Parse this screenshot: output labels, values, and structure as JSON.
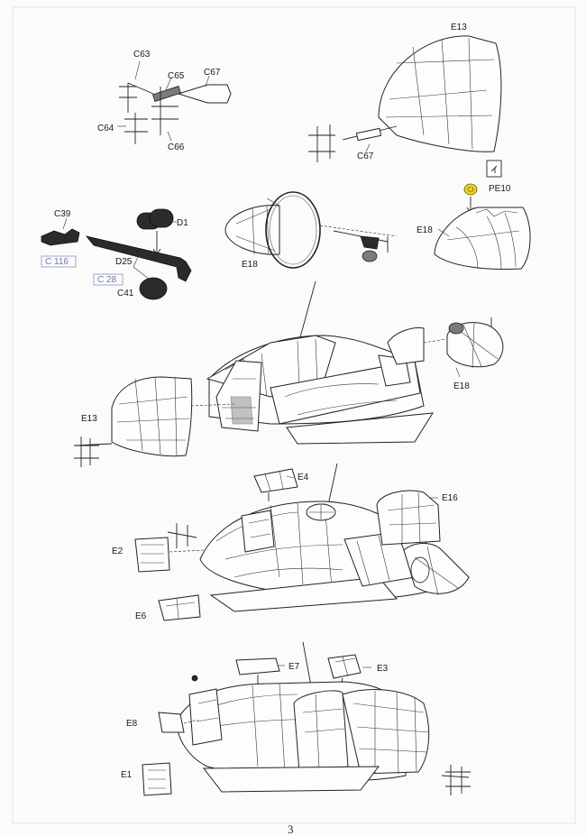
{
  "page_number": "3",
  "labels": {
    "c63": "C63",
    "c65": "C65",
    "c67_a": "C67",
    "c64": "C64",
    "c66": "C66",
    "e13_a": "E13",
    "c67_b": "C67",
    "pe10": "PE10",
    "e18_a": "E18",
    "c39": "C39",
    "d1": "D1",
    "c116": "C 116",
    "d25": "D25",
    "c28": "C 28",
    "c41": "C41",
    "e18_b": "E18",
    "e13_b": "E13",
    "e18_c": "E18",
    "e4": "E4",
    "e16": "E16",
    "e2": "E2",
    "e6": "E6",
    "e7": "E7",
    "e3": "E3",
    "e8": "E8",
    "e1": "E1"
  },
  "colors": {
    "pe10_part": "#e8cf2a",
    "ref_box": "#8a93c0"
  },
  "icons": {
    "photo_etch_symbol": "photo-etch-icon"
  }
}
